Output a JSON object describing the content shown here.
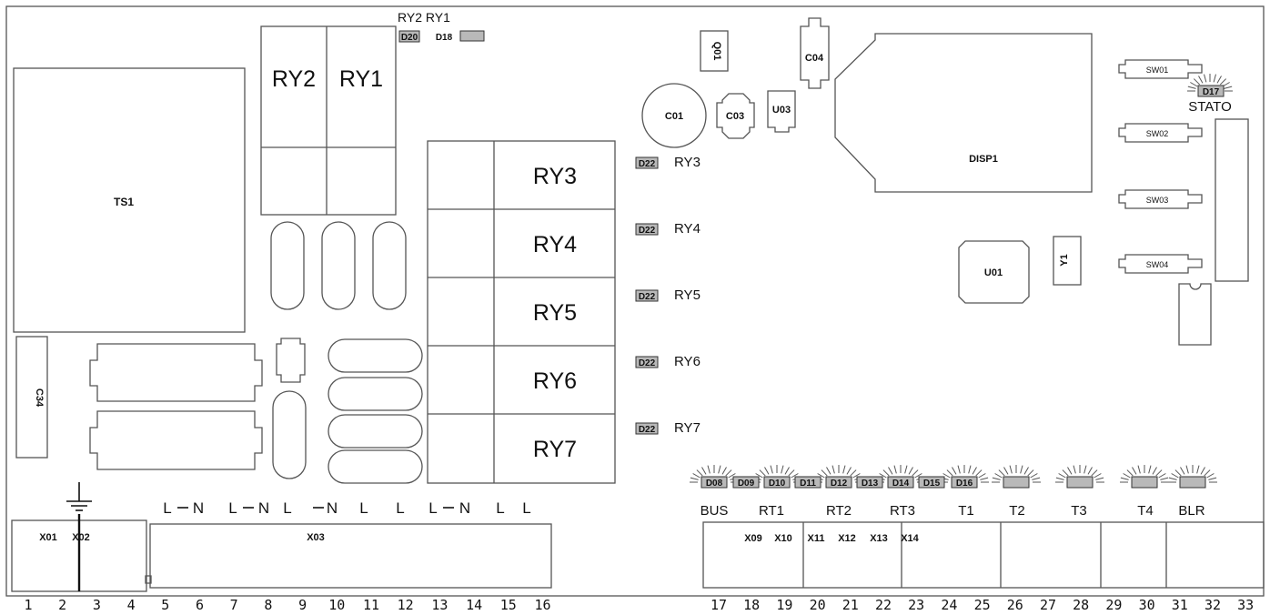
{
  "board": {
    "transformer": "TS1",
    "capacitors": [
      "C01",
      "C03",
      "C04",
      "C34"
    ],
    "chips": [
      "U01",
      "U03",
      "Q01",
      "Y1"
    ],
    "display": "DISP1",
    "relays": {
      "ry2": "RY2",
      "ry1": "RY1",
      "ry3": "RY3",
      "ry4": "RY4",
      "ry5": "RY5",
      "ry6": "RY6",
      "ry7": "RY7"
    },
    "relay_led_tags": [
      "RY2 RY1",
      "RY3",
      "RY4",
      "RY5",
      "RY6",
      "RY7"
    ],
    "relay_leds": [
      "D20",
      "D18",
      "D22",
      "D22",
      "D22",
      "D22",
      "D22"
    ],
    "switches": [
      "SW01",
      "SW02",
      "SW03",
      "SW04"
    ],
    "status_led": "D17",
    "status_label": "STATO",
    "bottom_leds": [
      "D08",
      "D09",
      "D10",
      "D11",
      "D12",
      "D13",
      "D14",
      "D15",
      "D16"
    ],
    "bottom_led_labels": [
      "BUS",
      "RT1",
      "RT2",
      "RT3",
      "T1",
      "T2",
      "T3",
      "T4",
      "BLR"
    ],
    "connectors": [
      "X01",
      "X02",
      "X03",
      "X09",
      "X10",
      "X11",
      "X12",
      "X13",
      "X14"
    ],
    "terminal_phase_labels": [
      "L",
      "N",
      "L",
      "N",
      "L",
      "N",
      "L",
      "L",
      "L",
      "N",
      "L",
      "L"
    ],
    "pins": [
      "1",
      "2",
      "3",
      "4",
      "5",
      "6",
      "7",
      "8",
      "9",
      "10",
      "11",
      "12",
      "13",
      "14",
      "15",
      "16",
      "17",
      "18",
      "19",
      "20",
      "21",
      "22",
      "23",
      "24",
      "25",
      "26",
      "27",
      "28",
      "29",
      "30",
      "31",
      "32",
      "33"
    ],
    "ground": "earth-icon"
  },
  "colors": {
    "stroke": "#555555",
    "led_fill": "#b9b9b9",
    "text": "#111111"
  }
}
